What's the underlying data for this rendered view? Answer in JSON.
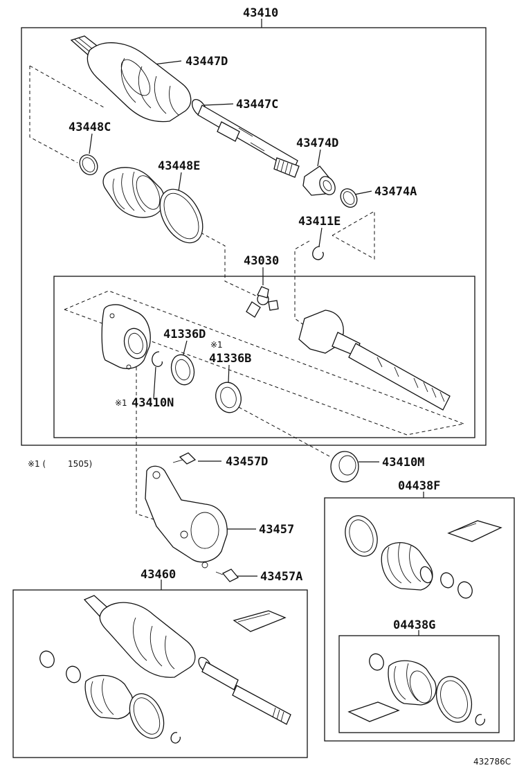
{
  "labels": {
    "p43410": "43410",
    "p43447D": "43447D",
    "p43447C": "43447C",
    "p43448C": "43448C",
    "p43474D": "43474D",
    "p43448E": "43448E",
    "p43474A": "43474A",
    "p43411E": "43411E",
    "p43030": "43030",
    "p41336D": "41336D",
    "p41336B": "41336B",
    "mark1a": "※1",
    "p43410N": "43410N",
    "mark1b": "※1",
    "p43457D": "43457D",
    "p43410M": "43410M",
    "p04438F": "04438F",
    "p43457": "43457",
    "p43460": "43460",
    "p43457A": "43457A",
    "p04438G": "04438G"
  },
  "note": {
    "mark": "※1 (",
    "text": "1505)"
  },
  "figure_code": "432786C"
}
